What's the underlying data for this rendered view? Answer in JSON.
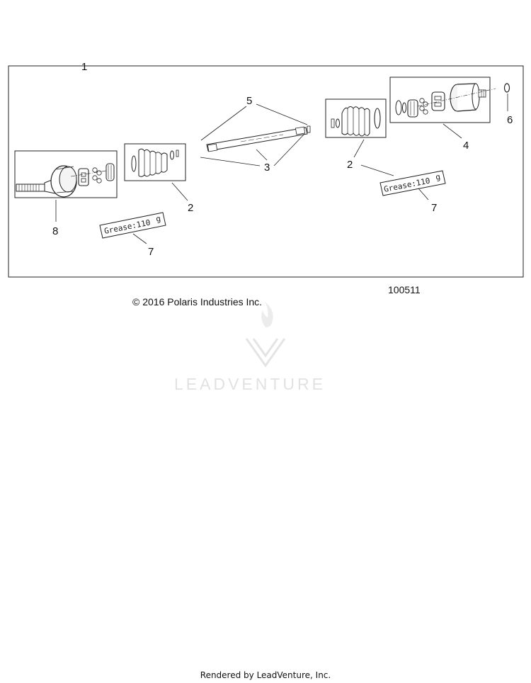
{
  "callouts": {
    "c1": "1",
    "c2a": "2",
    "c2b": "2",
    "c3": "3",
    "c4": "4",
    "c5": "5",
    "c6": "6",
    "c7a": "7",
    "c7b": "7",
    "c8": "8"
  },
  "grease_labels": {
    "left": "Grease:110",
    "left_unit": "g",
    "right": "Grease:110",
    "right_unit": "g"
  },
  "figure_number": "100511",
  "copyright": "© 2016 Polaris Industries Inc.",
  "watermark": "LEADVENTURE",
  "footer": "Rendered by LeadVenture, Inc."
}
